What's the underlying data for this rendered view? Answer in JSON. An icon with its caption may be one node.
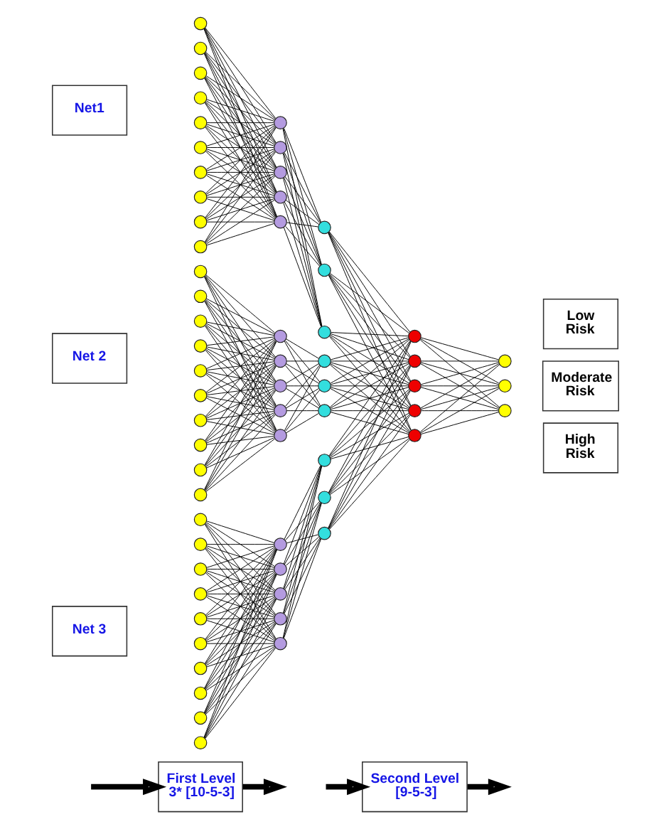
{
  "diagram": {
    "nodes": [
      {
        "text": [
          "Net1"
        ]
      },
      {
        "text": [],
        "shape": "circle"
      },
      {
        "text": [],
        "shape": "circle"
      },
      {
        "text": [],
        "shape": "circle"
      },
      {
        "text": [],
        "shape": "circle"
      },
      {
        "text": [],
        "shape": "circle"
      },
      {
        "text": [],
        "shape": "circle"
      },
      {
        "text": [],
        "shape": "circle"
      },
      {
        "text": [],
        "shape": "circle"
      },
      {
        "text": [],
        "shape": "circle"
      },
      {
        "text": [],
        "shape": "circle"
      },
      {
        "text": [],
        "shape": "circle"
      },
      {
        "text": [],
        "shape": "circle"
      },
      {
        "text": [],
        "shape": "circle"
      },
      {
        "text": [],
        "shape": "circle"
      },
      {
        "text": [],
        "shape": "circle"
      },
      {
        "text": [],
        "shape": "circle"
      },
      {
        "text": [],
        "shape": "circle"
      },
      {
        "text": [],
        "shape": "circle"
      },
      {
        "text": [
          "Net 2"
        ]
      },
      {
        "text": [],
        "shape": "circle"
      },
      {
        "text": [],
        "shape": "circle"
      },
      {
        "text": [],
        "shape": "circle"
      },
      {
        "text": [],
        "shape": "circle"
      },
      {
        "text": [],
        "shape": "circle"
      },
      {
        "text": [],
        "shape": "circle"
      },
      {
        "text": [],
        "shape": "circle"
      },
      {
        "text": [],
        "shape": "circle"
      },
      {
        "text": [],
        "shape": "circle"
      },
      {
        "text": [],
        "shape": "circle"
      },
      {
        "text": [],
        "shape": "circle"
      },
      {
        "text": [],
        "shape": "circle"
      },
      {
        "text": [],
        "shape": "circle"
      },
      {
        "text": [],
        "shape": "circle"
      },
      {
        "text": [],
        "shape": "circle"
      },
      {
        "text": [],
        "shape": "circle"
      },
      {
        "text": [],
        "shape": "circle"
      },
      {
        "text": [],
        "shape": "circle"
      },
      {
        "text": [
          "Net 3"
        ]
      },
      {
        "text": [],
        "shape": "circle"
      },
      {
        "text": [],
        "shape": "circle"
      },
      {
        "text": [],
        "shape": "circle"
      },
      {
        "text": [],
        "shape": "circle"
      },
      {
        "text": [],
        "shape": "circle"
      },
      {
        "text": [],
        "shape": "circle"
      },
      {
        "text": [],
        "shape": "circle"
      },
      {
        "text": [],
        "shape": "circle"
      },
      {
        "text": [],
        "shape": "circle"
      },
      {
        "text": [],
        "shape": "circle"
      },
      {
        "text": [],
        "shape": "circle"
      },
      {
        "text": [],
        "shape": "circle"
      },
      {
        "text": [],
        "shape": "circle"
      },
      {
        "text": [],
        "shape": "circle"
      },
      {
        "text": [],
        "shape": "circle"
      },
      {
        "text": [],
        "shape": "circle"
      },
      {
        "text": [],
        "shape": "circle"
      },
      {
        "text": [],
        "shape": "circle"
      },
      {
        "text": [],
        "shape": "circle"
      },
      {
        "text": [],
        "shape": "circle"
      },
      {
        "text": [],
        "shape": "circle"
      },
      {
        "text": [],
        "shape": "circle"
      },
      {
        "text": [],
        "shape": "circle"
      },
      {
        "text": [],
        "shape": "circle"
      },
      {
        "text": [],
        "shape": "circle"
      },
      {
        "text": [],
        "shape": "circle"
      },
      {
        "text": [
          "Low Risk"
        ]
      },
      {
        "text": [
          "Moderate Risk"
        ]
      },
      {
        "text": [
          "High Risk"
        ]
      },
      {
        "text": [
          "First Level 3* [10-5-3]"
        ]
      },
      {
        "text": [
          "Second Level [9-5-3]"
        ]
      }
    ],
    "edges": [
      {
        "from": 1,
        "to": 11,
        "arrow": "none"
      },
      {
        "from": 1,
        "to": 12,
        "arrow": "none"
      },
      {
        "from": 1,
        "to": 13,
        "arrow": "none"
      },
      {
        "from": 1,
        "to": 14,
        "arrow": "none"
      },
      {
        "from": 1,
        "to": 15,
        "arrow": "none"
      },
      {
        "from": 2,
        "to": 11,
        "arrow": "none"
      },
      {
        "from": 2,
        "to": 12,
        "arrow": "none"
      },
      {
        "from": 2,
        "to": 13,
        "arrow": "none"
      },
      {
        "from": 2,
        "to": 14,
        "arrow": "none"
      },
      {
        "from": 2,
        "to": 15,
        "arrow": "none"
      },
      {
        "from": 3,
        "to": 11,
        "arrow": "none"
      },
      {
        "from": 3,
        "to": 12,
        "arrow": "none"
      },
      {
        "from": 3,
        "to": 13,
        "arrow": "none"
      },
      {
        "from": 3,
        "to": 14,
        "arrow": "none"
      },
      {
        "from": 3,
        "to": 15,
        "arrow": "none"
      },
      {
        "from": 4,
        "to": 11,
        "arrow": "none"
      },
      {
        "from": 4,
        "to": 12,
        "arrow": "none"
      },
      {
        "from": 4,
        "to": 13,
        "arrow": "none"
      },
      {
        "from": 4,
        "to": 14,
        "arrow": "none"
      },
      {
        "from": 4,
        "to": 15,
        "arrow": "none"
      },
      {
        "from": 5,
        "to": 11,
        "arrow": "none"
      },
      {
        "from": 5,
        "to": 12,
        "arrow": "none"
      },
      {
        "from": 5,
        "to": 13,
        "arrow": "none"
      },
      {
        "from": 5,
        "to": 14,
        "arrow": "none"
      },
      {
        "from": 5,
        "to": 15,
        "arrow": "none"
      },
      {
        "from": 6,
        "to": 11,
        "arrow": "none"
      },
      {
        "from": 6,
        "to": 12,
        "arrow": "none"
      },
      {
        "from": 6,
        "to": 13,
        "arrow": "none"
      },
      {
        "from": 6,
        "to": 14,
        "arrow": "none"
      },
      {
        "from": 6,
        "to": 15,
        "arrow": "none"
      },
      {
        "from": 7,
        "to": 11,
        "arrow": "none"
      },
      {
        "from": 7,
        "to": 12,
        "arrow": "none"
      },
      {
        "from": 7,
        "to": 13,
        "arrow": "none"
      },
      {
        "from": 7,
        "to": 14,
        "arrow": "none"
      },
      {
        "from": 7,
        "to": 15,
        "arrow": "none"
      },
      {
        "from": 8,
        "to": 11,
        "arrow": "none"
      },
      {
        "from": 8,
        "to": 12,
        "arrow": "none"
      },
      {
        "from": 8,
        "to": 13,
        "arrow": "none"
      },
      {
        "from": 8,
        "to": 14,
        "arrow": "none"
      },
      {
        "from": 8,
        "to": 15,
        "arrow": "none"
      },
      {
        "from": 9,
        "to": 11,
        "arrow": "none"
      },
      {
        "from": 9,
        "to": 12,
        "arrow": "none"
      },
      {
        "from": 9,
        "to": 13,
        "arrow": "none"
      },
      {
        "from": 9,
        "to": 14,
        "arrow": "none"
      },
      {
        "from": 9,
        "to": 15,
        "arrow": "none"
      },
      {
        "from": 10,
        "to": 11,
        "arrow": "none"
      },
      {
        "from": 10,
        "to": 12,
        "arrow": "none"
      },
      {
        "from": 10,
        "to": 13,
        "arrow": "none"
      },
      {
        "from": 10,
        "to": 14,
        "arrow": "none"
      },
      {
        "from": 10,
        "to": 15,
        "arrow": "none"
      },
      {
        "from": 11,
        "to": 16,
        "arrow": "none"
      },
      {
        "from": 11,
        "to": 17,
        "arrow": "none"
      },
      {
        "from": 11,
        "to": 18,
        "arrow": "none"
      },
      {
        "from": 12,
        "to": 16,
        "arrow": "none"
      },
      {
        "from": 12,
        "to": 17,
        "arrow": "none"
      },
      {
        "from": 12,
        "to": 18,
        "arrow": "none"
      },
      {
        "from": 13,
        "to": 16,
        "arrow": "none"
      },
      {
        "from": 13,
        "to": 17,
        "arrow": "none"
      },
      {
        "from": 13,
        "to": 18,
        "arrow": "none"
      },
      {
        "from": 14,
        "to": 16,
        "arrow": "none"
      },
      {
        "from": 14,
        "to": 17,
        "arrow": "none"
      },
      {
        "from": 14,
        "to": 18,
        "arrow": "none"
      },
      {
        "from": 15,
        "to": 16,
        "arrow": "none"
      },
      {
        "from": 15,
        "to": 17,
        "arrow": "none"
      },
      {
        "from": 15,
        "to": 18,
        "arrow": "none"
      },
      {
        "from": 20,
        "to": 30,
        "arrow": "none"
      },
      {
        "from": 20,
        "to": 31,
        "arrow": "none"
      },
      {
        "from": 20,
        "to": 32,
        "arrow": "none"
      },
      {
        "from": 20,
        "to": 33,
        "arrow": "none"
      },
      {
        "from": 20,
        "to": 34,
        "arrow": "none"
      },
      {
        "from": 21,
        "to": 30,
        "arrow": "none"
      },
      {
        "from": 21,
        "to": 31,
        "arrow": "none"
      },
      {
        "from": 21,
        "to": 32,
        "arrow": "none"
      },
      {
        "from": 21,
        "to": 33,
        "arrow": "none"
      },
      {
        "from": 21,
        "to": 34,
        "arrow": "none"
      },
      {
        "from": 22,
        "to": 30,
        "arrow": "none"
      },
      {
        "from": 22,
        "to": 31,
        "arrow": "none"
      },
      {
        "from": 22,
        "to": 32,
        "arrow": "none"
      },
      {
        "from": 22,
        "to": 33,
        "arrow": "none"
      },
      {
        "from": 22,
        "to": 34,
        "arrow": "none"
      },
      {
        "from": 23,
        "to": 30,
        "arrow": "none"
      },
      {
        "from": 23,
        "to": 31,
        "arrow": "none"
      },
      {
        "from": 23,
        "to": 32,
        "arrow": "none"
      },
      {
        "from": 23,
        "to": 33,
        "arrow": "none"
      },
      {
        "from": 23,
        "to": 34,
        "arrow": "none"
      },
      {
        "from": 24,
        "to": 30,
        "arrow": "none"
      },
      {
        "from": 24,
        "to": 31,
        "arrow": "none"
      },
      {
        "from": 24,
        "to": 32,
        "arrow": "none"
      },
      {
        "from": 24,
        "to": 33,
        "arrow": "none"
      },
      {
        "from": 24,
        "to": 34,
        "arrow": "none"
      },
      {
        "from": 25,
        "to": 30,
        "arrow": "none"
      },
      {
        "from": 25,
        "to": 31,
        "arrow": "none"
      },
      {
        "from": 25,
        "to": 32,
        "arrow": "none"
      },
      {
        "from": 25,
        "to": 33,
        "arrow": "none"
      },
      {
        "from": 25,
        "to": 34,
        "arrow": "none"
      },
      {
        "from": 26,
        "to": 30,
        "arrow": "none"
      },
      {
        "from": 26,
        "to": 31,
        "arrow": "none"
      },
      {
        "from": 26,
        "to": 32,
        "arrow": "none"
      },
      {
        "from": 26,
        "to": 33,
        "arrow": "none"
      },
      {
        "from": 26,
        "to": 34,
        "arrow": "none"
      },
      {
        "from": 27,
        "to": 30,
        "arrow": "none"
      },
      {
        "from": 27,
        "to": 31,
        "arrow": "none"
      },
      {
        "from": 27,
        "to": 32,
        "arrow": "none"
      },
      {
        "from": 27,
        "to": 33,
        "arrow": "none"
      },
      {
        "from": 27,
        "to": 34,
        "arrow": "none"
      },
      {
        "from": 28,
        "to": 30,
        "arrow": "none"
      },
      {
        "from": 28,
        "to": 31,
        "arrow": "none"
      },
      {
        "from": 28,
        "to": 32,
        "arrow": "none"
      },
      {
        "from": 28,
        "to": 33,
        "arrow": "none"
      },
      {
        "from": 28,
        "to": 34,
        "arrow": "none"
      },
      {
        "from": 29,
        "to": 30,
        "arrow": "none"
      },
      {
        "from": 29,
        "to": 31,
        "arrow": "none"
      },
      {
        "from": 29,
        "to": 32,
        "arrow": "none"
      },
      {
        "from": 29,
        "to": 33,
        "arrow": "none"
      },
      {
        "from": 29,
        "to": 34,
        "arrow": "none"
      },
      {
        "from": 30,
        "to": 35,
        "arrow": "none"
      },
      {
        "from": 30,
        "to": 36,
        "arrow": "none"
      },
      {
        "from": 30,
        "to": 37,
        "arrow": "none"
      },
      {
        "from": 31,
        "to": 35,
        "arrow": "none"
      },
      {
        "from": 31,
        "to": 36,
        "arrow": "none"
      },
      {
        "from": 31,
        "to": 37,
        "arrow": "none"
      },
      {
        "from": 32,
        "to": 35,
        "arrow": "none"
      },
      {
        "from": 32,
        "to": 36,
        "arrow": "none"
      },
      {
        "from": 32,
        "to": 37,
        "arrow": "none"
      },
      {
        "from": 33,
        "to": 35,
        "arrow": "none"
      },
      {
        "from": 33,
        "to": 36,
        "arrow": "none"
      },
      {
        "from": 33,
        "to": 37,
        "arrow": "none"
      },
      {
        "from": 34,
        "to": 35,
        "arrow": "none"
      },
      {
        "from": 34,
        "to": 36,
        "arrow": "none"
      },
      {
        "from": 34,
        "to": 37,
        "arrow": "none"
      },
      {
        "from": 39,
        "to": 49,
        "arrow": "none"
      },
      {
        "from": 39,
        "to": 50,
        "arrow": "none"
      },
      {
        "from": 39,
        "to": 51,
        "arrow": "none"
      },
      {
        "from": 39,
        "to": 52,
        "arrow": "none"
      },
      {
        "from": 39,
        "to": 53,
        "arrow": "none"
      },
      {
        "from": 40,
        "to": 49,
        "arrow": "none"
      },
      {
        "from": 40,
        "to": 50,
        "arrow": "none"
      },
      {
        "from": 40,
        "to": 51,
        "arrow": "none"
      },
      {
        "from": 40,
        "to": 52,
        "arrow": "none"
      },
      {
        "from": 40,
        "to": 53,
        "arrow": "none"
      },
      {
        "from": 41,
        "to": 49,
        "arrow": "none"
      },
      {
        "from": 41,
        "to": 50,
        "arrow": "none"
      },
      {
        "from": 41,
        "to": 51,
        "arrow": "none"
      },
      {
        "from": 41,
        "to": 52,
        "arrow": "none"
      },
      {
        "from": 41,
        "to": 53,
        "arrow": "none"
      },
      {
        "from": 42,
        "to": 49,
        "arrow": "none"
      },
      {
        "from": 42,
        "to": 50,
        "arrow": "none"
      },
      {
        "from": 42,
        "to": 51,
        "arrow": "none"
      },
      {
        "from": 42,
        "to": 52,
        "arrow": "none"
      },
      {
        "from": 42,
        "to": 53,
        "arrow": "none"
      },
      {
        "from": 43,
        "to": 49,
        "arrow": "none"
      },
      {
        "from": 43,
        "to": 50,
        "arrow": "none"
      },
      {
        "from": 43,
        "to": 51,
        "arrow": "none"
      },
      {
        "from": 43,
        "to": 52,
        "arrow": "none"
      },
      {
        "from": 43,
        "to": 53,
        "arrow": "none"
      },
      {
        "from": 44,
        "to": 49,
        "arrow": "none"
      },
      {
        "from": 44,
        "to": 50,
        "arrow": "none"
      },
      {
        "from": 44,
        "to": 51,
        "arrow": "none"
      },
      {
        "from": 44,
        "to": 52,
        "arrow": "none"
      },
      {
        "from": 44,
        "to": 53,
        "arrow": "none"
      },
      {
        "from": 45,
        "to": 49,
        "arrow": "none"
      },
      {
        "from": 45,
        "to": 50,
        "arrow": "none"
      },
      {
        "from": 45,
        "to": 51,
        "arrow": "none"
      },
      {
        "from": 45,
        "to": 52,
        "arrow": "none"
      },
      {
        "from": 45,
        "to": 53,
        "arrow": "none"
      },
      {
        "from": 46,
        "to": 49,
        "arrow": "none"
      },
      {
        "from": 46,
        "to": 50,
        "arrow": "none"
      },
      {
        "from": 46,
        "to": 51,
        "arrow": "none"
      },
      {
        "from": 46,
        "to": 52,
        "arrow": "none"
      },
      {
        "from": 46,
        "to": 53,
        "arrow": "none"
      },
      {
        "from": 47,
        "to": 49,
        "arrow": "none"
      },
      {
        "from": 47,
        "to": 50,
        "arrow": "none"
      },
      {
        "from": 47,
        "to": 51,
        "arrow": "none"
      },
      {
        "from": 47,
        "to": 52,
        "arrow": "none"
      },
      {
        "from": 47,
        "to": 53,
        "arrow": "none"
      },
      {
        "from": 48,
        "to": 49,
        "arrow": "none"
      },
      {
        "from": 48,
        "to": 50,
        "arrow": "none"
      },
      {
        "from": 48,
        "to": 51,
        "arrow": "none"
      },
      {
        "from": 48,
        "to": 52,
        "arrow": "none"
      },
      {
        "from": 48,
        "to": 53,
        "arrow": "none"
      },
      {
        "from": 49,
        "to": 54,
        "arrow": "none"
      },
      {
        "from": 49,
        "to": 55,
        "arrow": "none"
      },
      {
        "from": 49,
        "to": 56,
        "arrow": "none"
      },
      {
        "from": 50,
        "to": 54,
        "arrow": "none"
      },
      {
        "from": 50,
        "to": 55,
        "arrow": "none"
      },
      {
        "from": 50,
        "to": 56,
        "arrow": "none"
      },
      {
        "from": 51,
        "to": 54,
        "arrow": "none"
      },
      {
        "from": 51,
        "to": 55,
        "arrow": "none"
      },
      {
        "from": 51,
        "to": 56,
        "arrow": "none"
      },
      {
        "from": 52,
        "to": 54,
        "arrow": "none"
      },
      {
        "from": 52,
        "to": 55,
        "arrow": "none"
      },
      {
        "from": 52,
        "to": 56,
        "arrow": "none"
      },
      {
        "from": 53,
        "to": 54,
        "arrow": "none"
      },
      {
        "from": 53,
        "to": 55,
        "arrow": "none"
      },
      {
        "from": 53,
        "to": 56,
        "arrow": "none"
      },
      {
        "from": 16,
        "to": 57,
        "arrow": "none"
      },
      {
        "from": 16,
        "to": 58,
        "arrow": "none"
      },
      {
        "from": 16,
        "to": 59,
        "arrow": "none"
      },
      {
        "from": 16,
        "to": 60,
        "arrow": "none"
      },
      {
        "from": 16,
        "to": 61,
        "arrow": "none"
      },
      {
        "from": 17,
        "to": 57,
        "arrow": "none"
      },
      {
        "from": 17,
        "to": 58,
        "arrow": "none"
      },
      {
        "from": 17,
        "to": 59,
        "arrow": "none"
      },
      {
        "from": 17,
        "to": 60,
        "arrow": "none"
      },
      {
        "from": 17,
        "to": 61,
        "arrow": "none"
      },
      {
        "from": 18,
        "to": 57,
        "arrow": "none"
      },
      {
        "from": 18,
        "to": 58,
        "arrow": "none"
      },
      {
        "from": 18,
        "to": 59,
        "arrow": "none"
      },
      {
        "from": 18,
        "to": 60,
        "arrow": "none"
      },
      {
        "from": 18,
        "to": 61,
        "arrow": "none"
      },
      {
        "from": 35,
        "to": 57,
        "arrow": "none"
      },
      {
        "from": 35,
        "to": 58,
        "arrow": "none"
      },
      {
        "from": 35,
        "to": 59,
        "arrow": "none"
      },
      {
        "from": 35,
        "to": 60,
        "arrow": "none"
      },
      {
        "from": 35,
        "to": 61,
        "arrow": "none"
      },
      {
        "from": 36,
        "to": 57,
        "arrow": "none"
      },
      {
        "from": 36,
        "to": 58,
        "arrow": "none"
      },
      {
        "from": 36,
        "to": 59,
        "arrow": "none"
      },
      {
        "from": 36,
        "to": 60,
        "arrow": "none"
      },
      {
        "from": 36,
        "to": 61,
        "arrow": "none"
      },
      {
        "from": 37,
        "to": 57,
        "arrow": "none"
      },
      {
        "from": 37,
        "to": 58,
        "arrow": "none"
      },
      {
        "from": 37,
        "to": 59,
        "arrow": "none"
      },
      {
        "from": 37,
        "to": 60,
        "arrow": "none"
      },
      {
        "from": 37,
        "to": 61,
        "arrow": "none"
      },
      {
        "from": 54,
        "to": 57,
        "arrow": "none"
      },
      {
        "from": 54,
        "to": 58,
        "arrow": "none"
      },
      {
        "from": 54,
        "to": 59,
        "arrow": "none"
      },
      {
        "from": 54,
        "to": 60,
        "arrow": "none"
      },
      {
        "from": 54,
        "to": 61,
        "arrow": "none"
      },
      {
        "from": 55,
        "to": 57,
        "arrow": "none"
      },
      {
        "from": 55,
        "to": 58,
        "arrow": "none"
      },
      {
        "from": 55,
        "to": 59,
        "arrow": "none"
      },
      {
        "from": 55,
        "to": 60,
        "arrow": "none"
      },
      {
        "from": 55,
        "to": 61,
        "arrow": "none"
      },
      {
        "from": 56,
        "to": 57,
        "arrow": "none"
      },
      {
        "from": 56,
        "to": 58,
        "arrow": "none"
      },
      {
        "from": 56,
        "to": 59,
        "arrow": "none"
      },
      {
        "from": 56,
        "to": 60,
        "arrow": "none"
      },
      {
        "from": 56,
        "to": 61,
        "arrow": "none"
      },
      {
        "from": 57,
        "to": 62,
        "arrow": "none"
      },
      {
        "from": 57,
        "to": 63,
        "arrow": "none"
      },
      {
        "from": 57,
        "to": 64,
        "arrow": "none"
      },
      {
        "from": 58,
        "to": 62,
        "arrow": "none"
      },
      {
        "from": 58,
        "to": 63,
        "arrow": "none"
      },
      {
        "from": 58,
        "to": 64,
        "arrow": "none"
      },
      {
        "from": 59,
        "to": 62,
        "arrow": "none"
      },
      {
        "from": 59,
        "to": 63,
        "arrow": "none"
      },
      {
        "from": 59,
        "to": 64,
        "arrow": "none"
      },
      {
        "from": 60,
        "to": 62,
        "arrow": "none"
      },
      {
        "from": 60,
        "to": 63,
        "arrow": "none"
      },
      {
        "from": 60,
        "to": 64,
        "arrow": "none"
      },
      {
        "from": 61,
        "to": 62,
        "arrow": "none"
      },
      {
        "from": 61,
        "to": 63,
        "arrow": "none"
      },
      {
        "from": 61,
        "to": 64,
        "arrow": "none"
      },
      {
        "from": null,
        "to": 68,
        "arrow": "to",
        "style": "thick"
      },
      {
        "from": 68,
        "to": null,
        "arrow": "to",
        "style": "thick"
      },
      {
        "from": null,
        "to": 69,
        "arrow": "to",
        "style": "thick"
      },
      {
        "from": 69,
        "to": null,
        "arrow": "to",
        "style": "thick"
      }
    ]
  }
}
